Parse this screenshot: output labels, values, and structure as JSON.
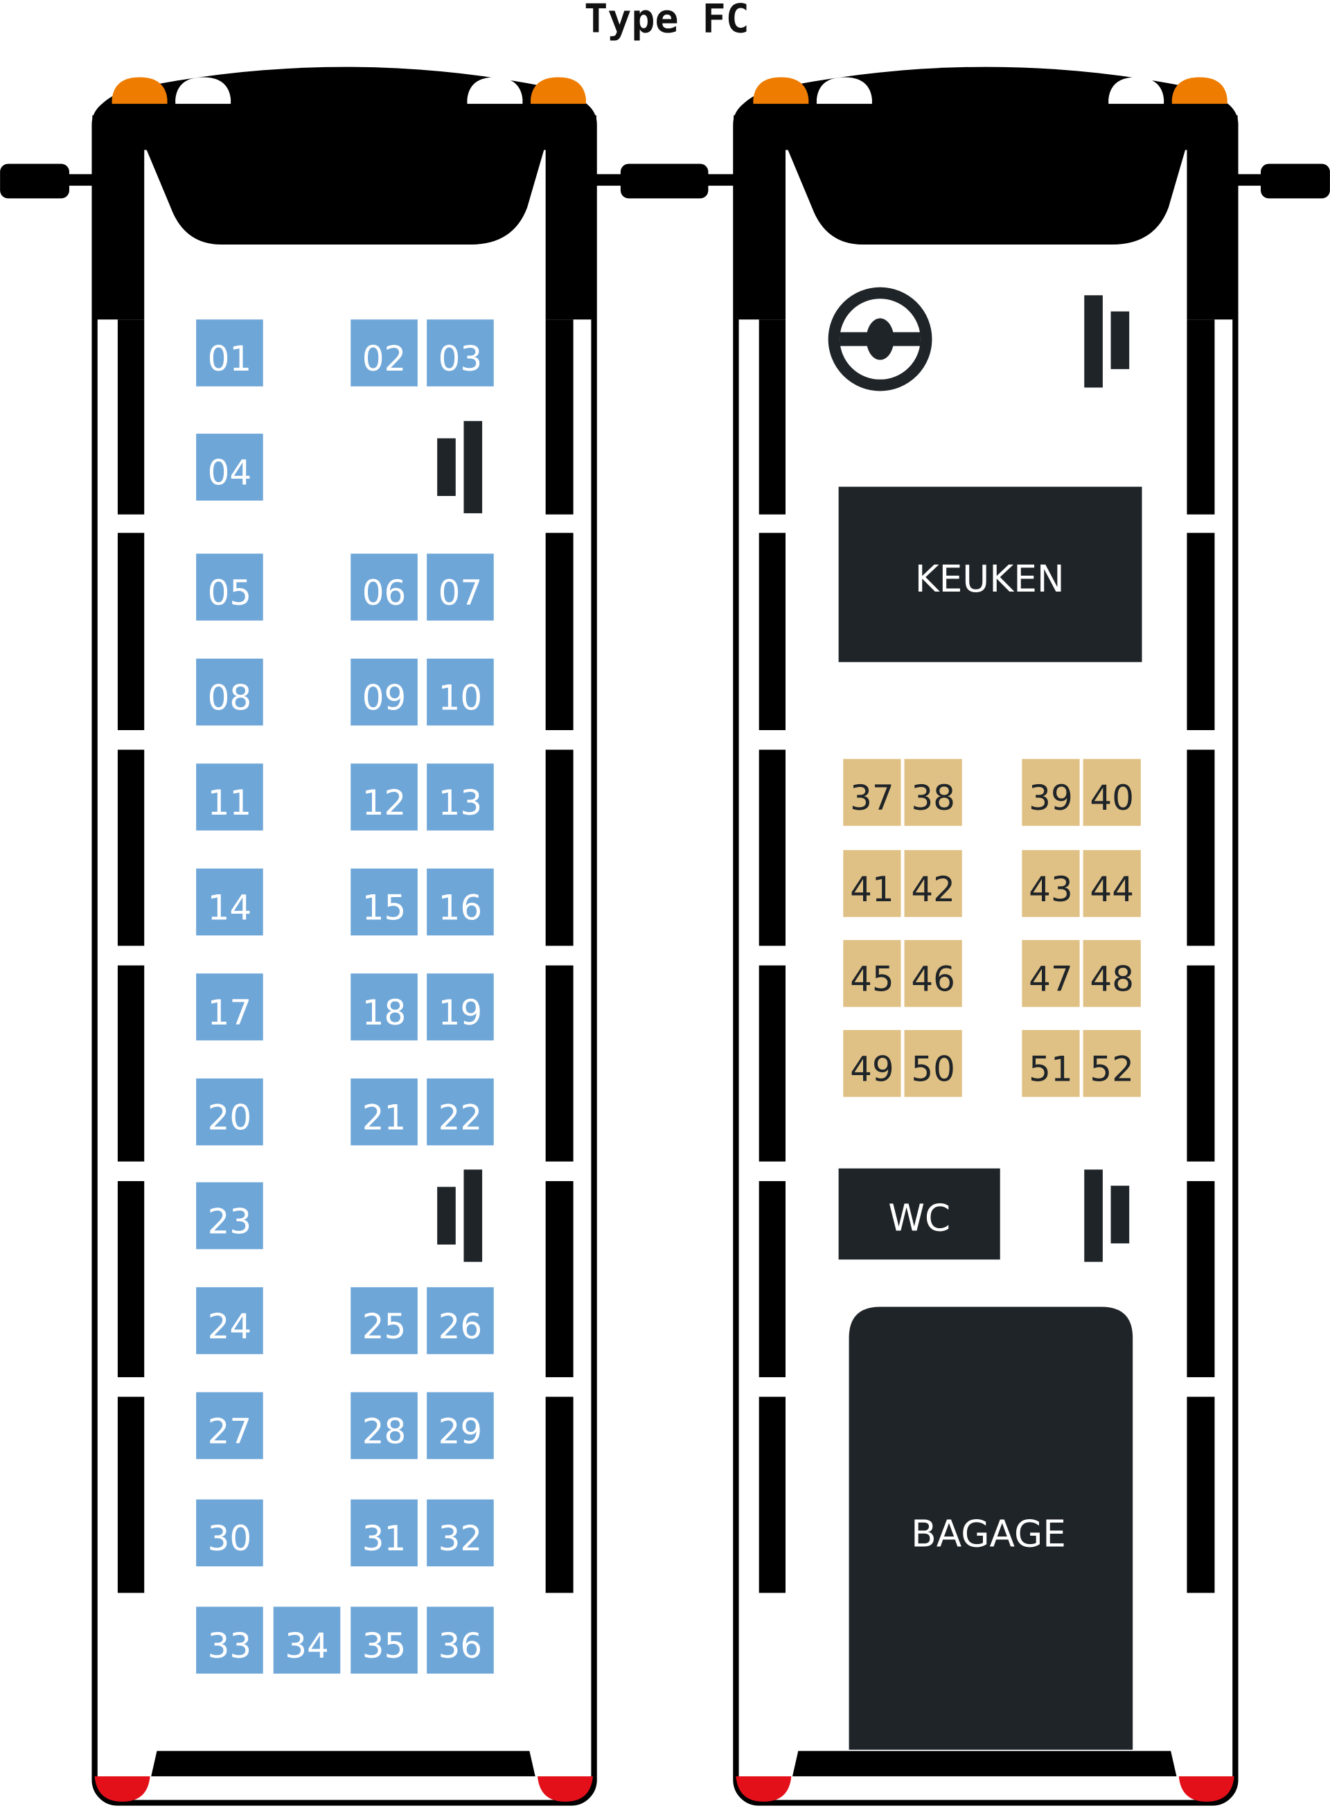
{
  "title": "Type FC",
  "colors": {
    "lower_deck_seat": "#6ea6d8",
    "upper_deck_seat": "#e0c185",
    "dark": "#1f2428",
    "indicator_light": "#ee7c00",
    "rear_light": "#e3101a"
  },
  "lower_deck": {
    "seats": [
      "01",
      "02",
      "03",
      "04",
      "05",
      "06",
      "07",
      "08",
      "09",
      "10",
      "11",
      "12",
      "13",
      "14",
      "15",
      "16",
      "17",
      "18",
      "19",
      "20",
      "21",
      "22",
      "23",
      "24",
      "25",
      "26",
      "27",
      "28",
      "29",
      "30",
      "31",
      "32",
      "33",
      "34",
      "35",
      "36"
    ]
  },
  "upper_deck": {
    "seats": [
      "37",
      "38",
      "39",
      "40",
      "41",
      "42",
      "43",
      "44",
      "45",
      "46",
      "47",
      "48",
      "49",
      "50",
      "51",
      "52"
    ],
    "kitchen_label": "KEUKEN",
    "wc_label": "WC",
    "luggage_label": "BAGAGE"
  }
}
